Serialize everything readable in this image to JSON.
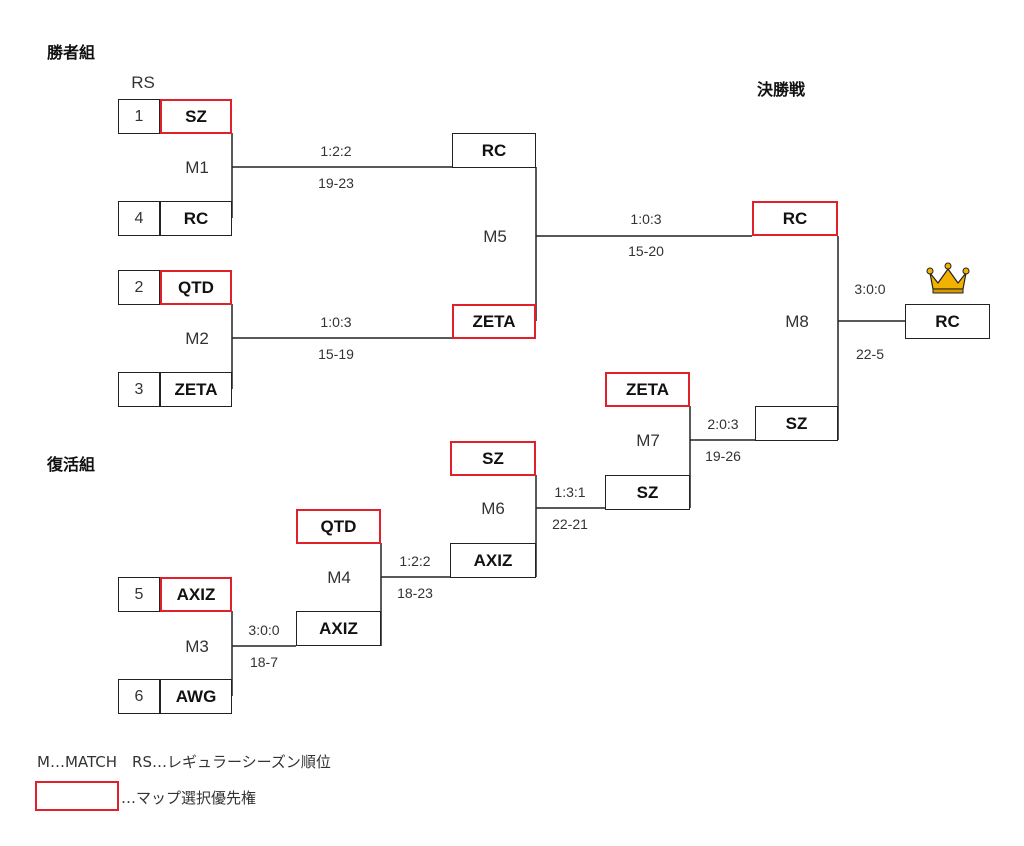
{
  "headers": {
    "winners": "勝者組",
    "rs": "RS",
    "final": "決勝戦",
    "losers": "復活組"
  },
  "seeds": [
    "1",
    "4",
    "2",
    "3",
    "5",
    "6"
  ],
  "teams": {
    "m1_top": "SZ",
    "m1_bottom": "RC",
    "m2_top": "QTD",
    "m2_bottom": "ZETA",
    "m5_top": "RC",
    "m5_bottom": "ZETA",
    "m8_top": "RC",
    "m8_bottom": "SZ",
    "champion": "RC",
    "m7_top": "ZETA",
    "m6_top": "SZ",
    "m6_bottom": "AXIZ",
    "m7_bottom": "SZ",
    "m4_top": "QTD",
    "m4_bottom": "AXIZ",
    "m3_top": "AXIZ",
    "m3_bottom": "AWG"
  },
  "matches": {
    "m1": {
      "label": "M1",
      "maps": "1:2:2",
      "points": "19-23"
    },
    "m2": {
      "label": "M2",
      "maps": "1:0:3",
      "points": "15-19"
    },
    "m5": {
      "label": "M5",
      "maps": "1:0:3",
      "points": "15-20"
    },
    "m8": {
      "label": "M8",
      "maps": "3:0:0",
      "points": "22-5"
    },
    "m7": {
      "label": "M7",
      "maps": "2:0:3",
      "points": "19-26"
    },
    "m6": {
      "label": "M6",
      "maps": "1:3:1",
      "points": "22-21"
    },
    "m4": {
      "label": "M4",
      "maps": "1:2:2",
      "points": "18-23"
    },
    "m3": {
      "label": "M3",
      "maps": "3:0:0",
      "points": "18-7"
    }
  },
  "legend": {
    "line1": "M…MATCH　RS…レギュラーシーズン順位",
    "line2": "…マップ選択優先権"
  },
  "icons": {
    "champion": "crown-icon"
  },
  "colors": {
    "priority_border": "#e0202a",
    "crown": "#f2b300"
  }
}
